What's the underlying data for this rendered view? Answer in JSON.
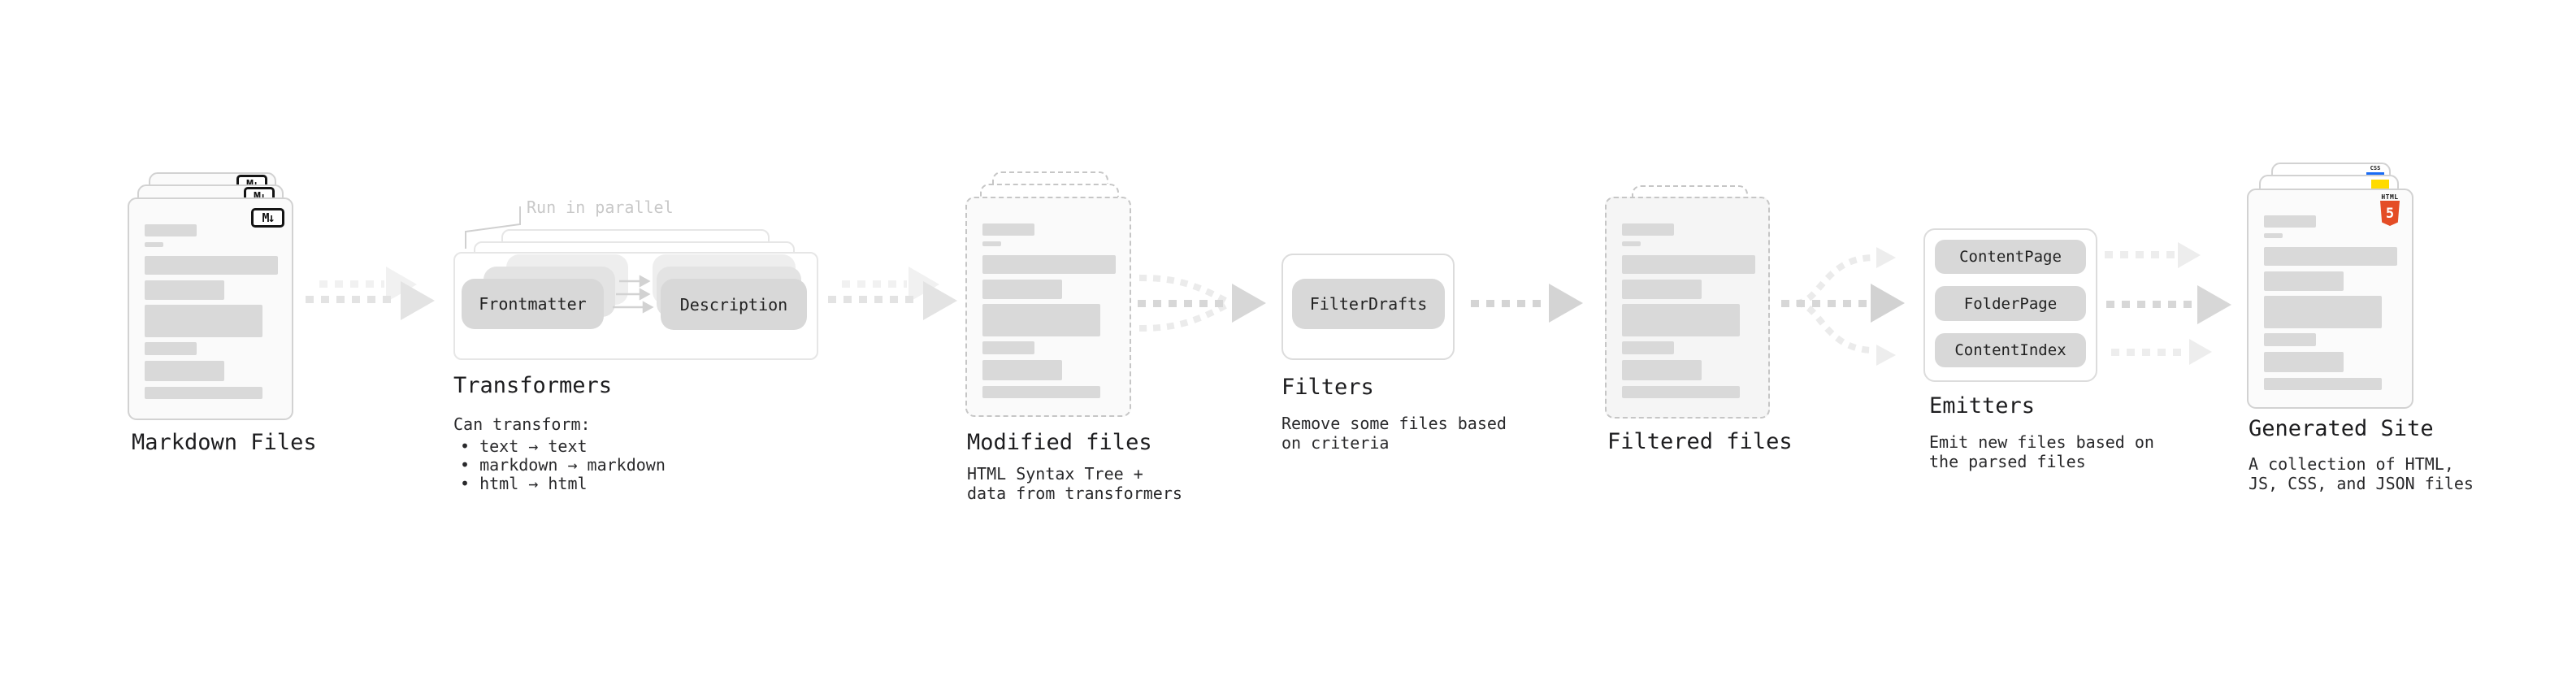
{
  "diagram": {
    "markdown": {
      "title": "Markdown Files",
      "badge": "M↓"
    },
    "transformers": {
      "title": "Transformers",
      "note": "Run in parallel",
      "left_pill": "Frontmatter",
      "right_pill": "Description",
      "desc_heading": "Can transform:",
      "bullets": [
        "• text → text",
        "• markdown → markdown",
        "• html → html"
      ]
    },
    "modified": {
      "title": "Modified files",
      "desc": "HTML Syntax Tree +\ndata from transformers"
    },
    "filters": {
      "title": "Filters",
      "pill": "FilterDrafts",
      "desc": "Remove some files based\non criteria"
    },
    "filtered": {
      "title": "Filtered files"
    },
    "emitters": {
      "title": "Emitters",
      "pills": [
        "ContentPage",
        "FolderPage",
        "ContentIndex"
      ],
      "desc": "Emit new files based on\nthe parsed files"
    },
    "generated": {
      "title": "Generated Site",
      "desc": "A collection of HTML,\nJS, CSS, and JSON files",
      "html5_label": "HTML",
      "html5_number": "5",
      "css_label": "CSS"
    }
  },
  "colors": {
    "ink": "#1d1d1f",
    "muted_note": "#c8c8c8",
    "bar_gray": "#d9d9d9",
    "pill_gray": "#d8d8d8",
    "html5_orange": "#e44d26",
    "js_yellow": "#ffdb00",
    "css_blue": "#1a6cf5"
  }
}
